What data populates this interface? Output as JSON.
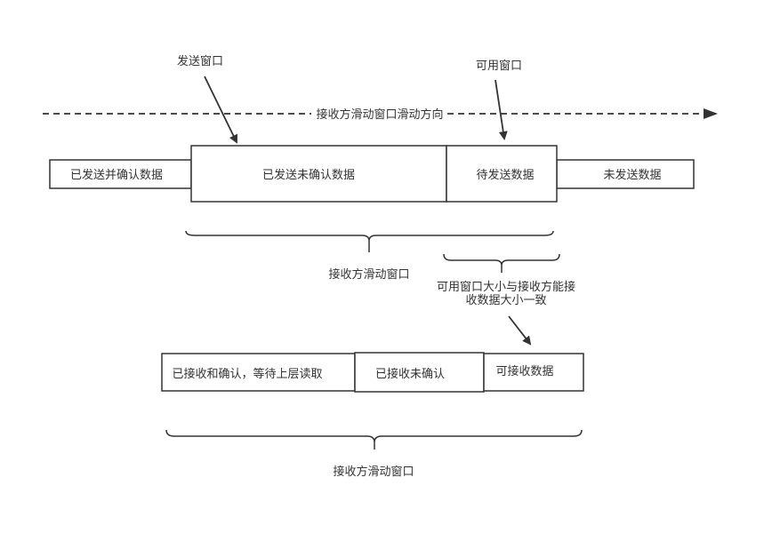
{
  "direction_label": "接收方滑动窗口滑动方向",
  "callouts": {
    "send_window": "发送窗口",
    "usable_window": "可用窗口",
    "usable_note_line1": "可用窗口大小与接收方能接",
    "usable_note_line2": "收数据大小一致"
  },
  "sender_segments": {
    "sent_acked": "已发送并确认数据",
    "sent_unacked": "已发送未确认数据",
    "to_send": "待发送数据",
    "not_sent": "未发送数据"
  },
  "sender_brace_label": "接收方滑动窗口",
  "receiver_segments": {
    "received_acked": "已接收和确认，等待上层读取",
    "received_unacked": "已接收未确认",
    "receivable": "可接收数据"
  },
  "receiver_brace_label": "接收方滑动窗口"
}
